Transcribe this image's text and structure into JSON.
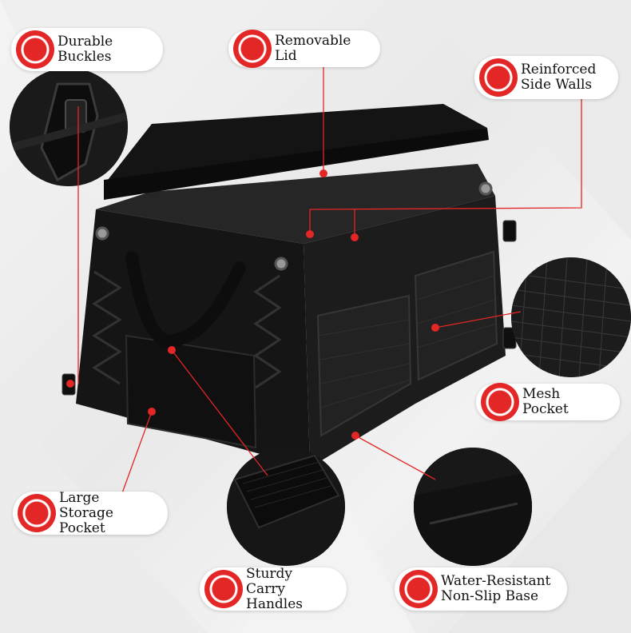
{
  "features": [
    {
      "id": "buckles",
      "text": "Durable\nBuckles"
    },
    {
      "id": "lid",
      "text": "Removable Lid"
    },
    {
      "id": "walls",
      "text": "Reinforced\nSide Walls"
    },
    {
      "id": "mesh",
      "text": "Mesh Pocket"
    },
    {
      "id": "pocket",
      "text": "Large Storage\nPocket"
    },
    {
      "id": "handles",
      "text": "Sturdy Carry\nHandles"
    },
    {
      "id": "base",
      "text": "Water-Resistant\nNon-Slip Base"
    }
  ],
  "colors": {
    "accent": "#e32626",
    "product": "#151515"
  }
}
